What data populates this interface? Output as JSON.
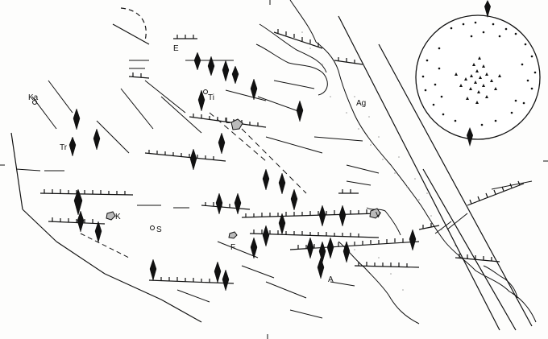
{
  "map": {
    "place_labels": [
      {
        "id": "E",
        "text": "E"
      },
      {
        "id": "Ka",
        "text": "Ka"
      },
      {
        "id": "Ti",
        "text": "Ti"
      },
      {
        "id": "L",
        "text": "L"
      },
      {
        "id": "Ag",
        "text": "Ag"
      },
      {
        "id": "Tr",
        "text": "Tr"
      },
      {
        "id": "K",
        "text": "K"
      },
      {
        "id": "S",
        "text": "S"
      },
      {
        "id": "F",
        "text": "F"
      },
      {
        "id": "V",
        "text": "V"
      },
      {
        "id": "A",
        "text": "A"
      }
    ],
    "colors": {
      "ink": "#111111",
      "paper": "#fdfdfc",
      "stipple": "#9a9a9a"
    },
    "icons": [
      "fault-line",
      "normal-fault-ticks",
      "extension-arrow",
      "stereonet",
      "town-symbol"
    ]
  }
}
